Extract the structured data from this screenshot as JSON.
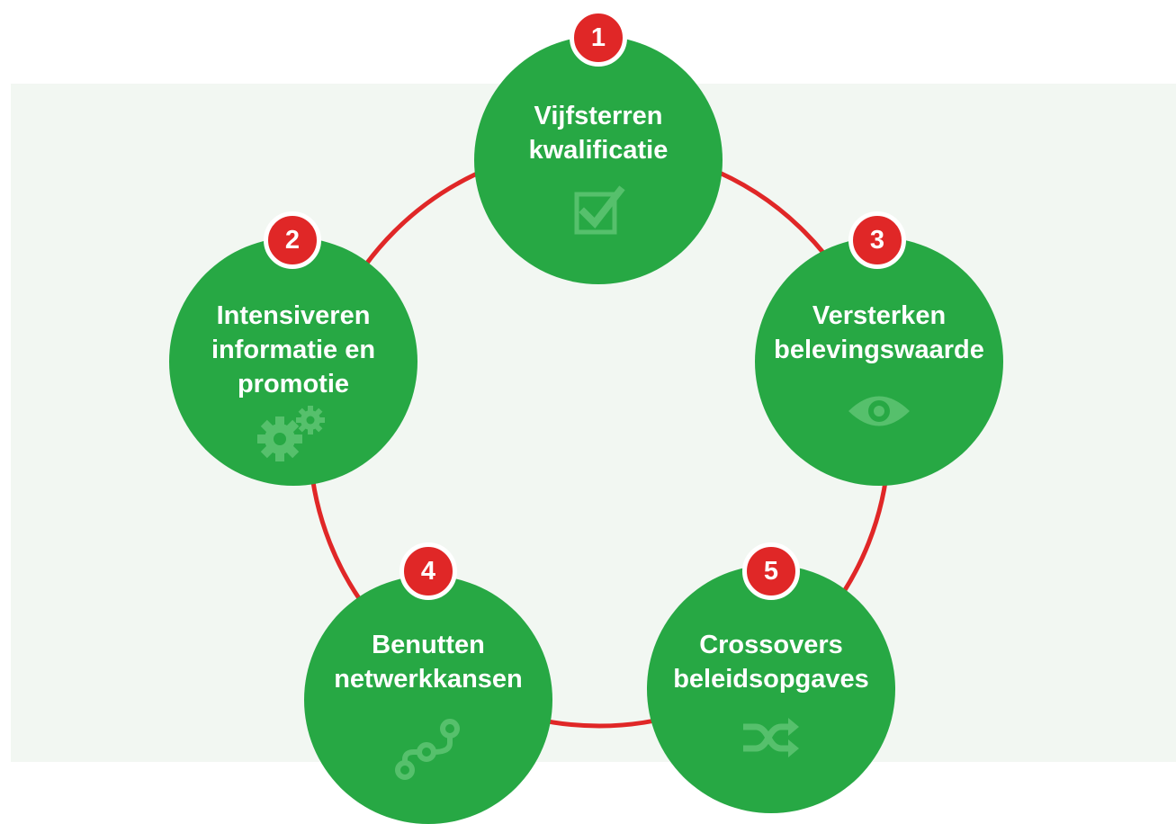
{
  "colors": {
    "node_fill": "#27a844",
    "badge_fill": "#e02727",
    "ring_stroke": "#e02727",
    "background_panel": "#f2f7f2",
    "icon_tint": "#56c06c"
  },
  "nodes": [
    {
      "number": "1",
      "line1": "Vijfsterren",
      "line2": "kwalificatie",
      "line3": "",
      "icon": "checkbox-icon"
    },
    {
      "number": "2",
      "line1": "Intensiveren",
      "line2": "informatie en",
      "line3": "promotie",
      "icon": "gears-icon"
    },
    {
      "number": "3",
      "line1": "Versterken",
      "line2": "belevingswaarde",
      "line3": "",
      "icon": "eye-icon"
    },
    {
      "number": "4",
      "line1": "Benutten",
      "line2": "netwerkkansen",
      "line3": "",
      "icon": "network-icon"
    },
    {
      "number": "5",
      "line1": "Crossovers",
      "line2": "beleidsopgaves",
      "line3": "",
      "icon": "shuffle-icon"
    }
  ]
}
